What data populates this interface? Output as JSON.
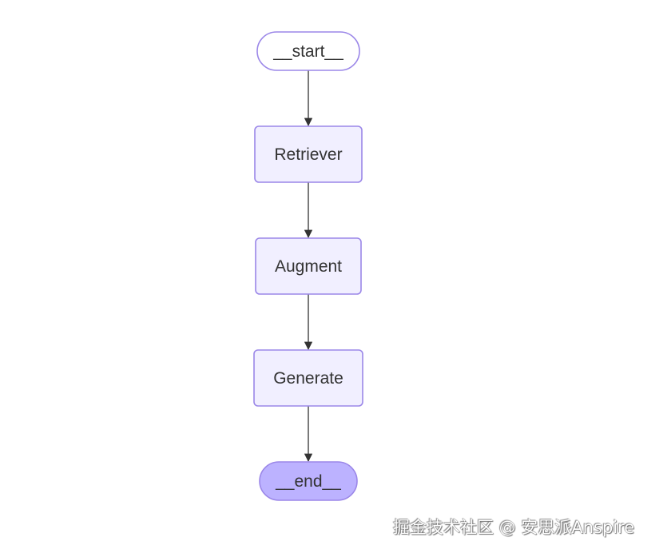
{
  "diagram": {
    "nodes": [
      {
        "id": "start",
        "label": "__start__",
        "shape": "pill",
        "fill": "#ffffff"
      },
      {
        "id": "retriever",
        "label": "Retriever",
        "shape": "rect",
        "fill": "#f1efff"
      },
      {
        "id": "augment",
        "label": "Augment",
        "shape": "rect",
        "fill": "#f1efff"
      },
      {
        "id": "generate",
        "label": "Generate",
        "shape": "rect",
        "fill": "#f1efff"
      },
      {
        "id": "end",
        "label": "__end__",
        "shape": "pill",
        "fill": "#bcb2ff"
      }
    ],
    "edges": [
      {
        "from": "start",
        "to": "retriever"
      },
      {
        "from": "retriever",
        "to": "augment"
      },
      {
        "from": "augment",
        "to": "generate"
      },
      {
        "from": "generate",
        "to": "end"
      }
    ],
    "colors": {
      "stroke": "#9b87e8",
      "edge": "#333333"
    }
  },
  "watermark": "掘金技术社区 @ 安思派Anspire"
}
